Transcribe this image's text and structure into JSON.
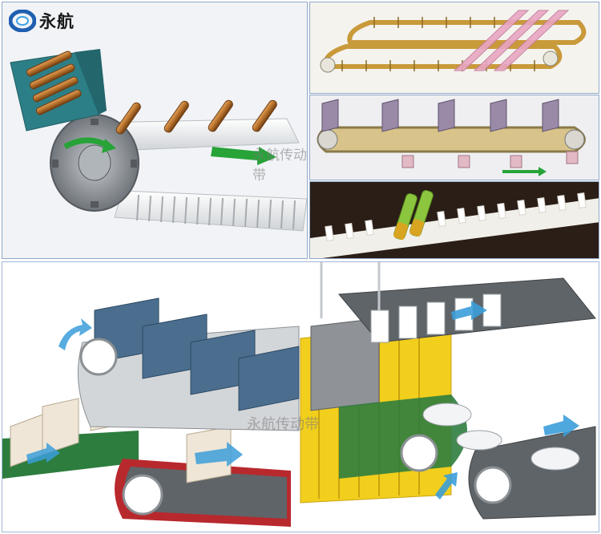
{
  "brand": {
    "logo_text": "永航",
    "logo_colors": {
      "ring": "#1f5fb0",
      "ring_light": "#3fa1e6",
      "text": "#1a1a1a"
    }
  },
  "watermarks": {
    "top_left": "永航传动带",
    "bottom": "永航传动带"
  },
  "colors": {
    "belt_white": "#eef0f0",
    "pulley_gray": "#8d9197",
    "roller_brown": "#b5702a",
    "magazine_teal": "#2d7f87",
    "arrow_green": "#27a338",
    "arrow_blue": "#3b9dd9",
    "track_tan": "#d9b35a",
    "pink_strip": "#e9a6c2",
    "lug_purple": "#9a8aa8",
    "battery_green": "#8cc63f",
    "battery_gold": "#d9a521",
    "bottom_green_belt": "#2d7d3e",
    "bottom_red_belt": "#b8292e",
    "slate_plate": "#4b6e8f",
    "yellow_fins": "#f2cf1d"
  },
  "icons": [
    "logo-mark-icon",
    "arrow-right-icon",
    "arrow-curved-icon"
  ]
}
